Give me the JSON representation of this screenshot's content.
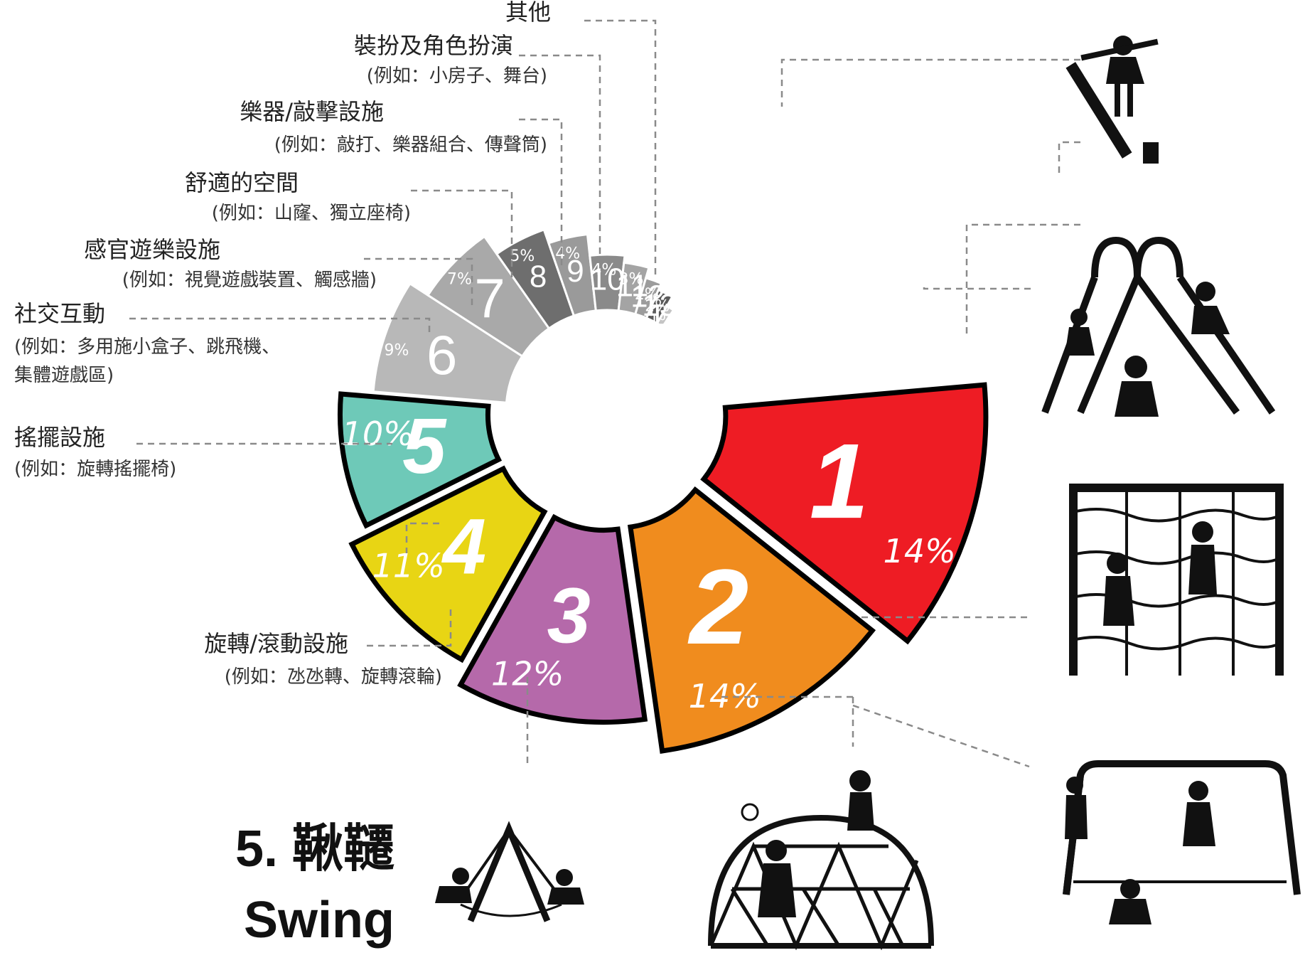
{
  "chart_data": {
    "type": "pie",
    "donut": true,
    "slices": [
      {
        "num": "1",
        "pct": "14%",
        "value": 14,
        "color": "#ee1c24",
        "highlight": true
      },
      {
        "num": "2",
        "pct": "14%",
        "value": 14,
        "color": "#f08c1e",
        "highlight": true
      },
      {
        "num": "3",
        "pct": "12%",
        "value": 12,
        "color": "#b569aa",
        "highlight": true
      },
      {
        "num": "4",
        "pct": "11%",
        "value": 11,
        "color": "#e8d514",
        "highlight": true
      },
      {
        "num": "5",
        "pct": "10%",
        "value": 10,
        "color": "#6ec9b8",
        "highlight": true
      },
      {
        "num": "6",
        "pct": "9%",
        "value": 9,
        "color": "#b8b8b8",
        "highlight": false
      },
      {
        "num": "7",
        "pct": "7%",
        "value": 7,
        "color": "#a9a9a9",
        "highlight": false
      },
      {
        "num": "8",
        "pct": "5%",
        "value": 5,
        "color": "#6e6e6e",
        "highlight": false
      },
      {
        "num": "9",
        "pct": "4%",
        "value": 4,
        "color": "#9a9a9a",
        "highlight": false
      },
      {
        "num": "10",
        "pct": "4%",
        "value": 4,
        "color": "#8a8a8a",
        "highlight": false
      },
      {
        "num": "11",
        "pct": "3%",
        "value": 3,
        "color": "#a4a4a4",
        "highlight": false
      },
      {
        "num": "12",
        "pct": "2%",
        "value": 2,
        "color": "#9c9c9c",
        "highlight": false
      },
      {
        "num": "13",
        "pct": "2%",
        "value": 2,
        "color": "#5a5a5a",
        "highlight": false
      },
      {
        "num": "14",
        "pct": "1%",
        "value": 1,
        "color": "#c4c4c4",
        "highlight": false
      }
    ],
    "annotations": [
      {
        "title": "其他",
        "example": ""
      },
      {
        "title": "裝扮及角色扮演",
        "example": "(例如：小房子、舞台)"
      },
      {
        "title": "樂器/敲擊設施",
        "example": "(例如：敲打、樂器組合、傳聲筒)"
      },
      {
        "title": "舒適的空間",
        "example": "(例如：山窿、獨立座椅)"
      },
      {
        "title": "感官遊樂設施",
        "example": "(例如：視覺遊戲裝置、觸感牆)"
      },
      {
        "title": "社交互動",
        "example": "(例如：多用施小盒子、跳飛機、",
        "example2": "集體遊戲區)"
      },
      {
        "title": "搖擺設施",
        "example": "(例如：旋轉搖擺椅)"
      },
      {
        "title": "旋轉/滾動設施",
        "example": "(例如：氹氹轉、旋轉滾輪)"
      }
    ]
  },
  "caption": {
    "line1": "5. 鞦韆",
    "line2": "Swing"
  },
  "icons": [
    "balance-beam-icon",
    "slide-icon",
    "climbing-net-icon",
    "monkey-bars-icon",
    "dome-climber-icon",
    "swing-icon"
  ]
}
